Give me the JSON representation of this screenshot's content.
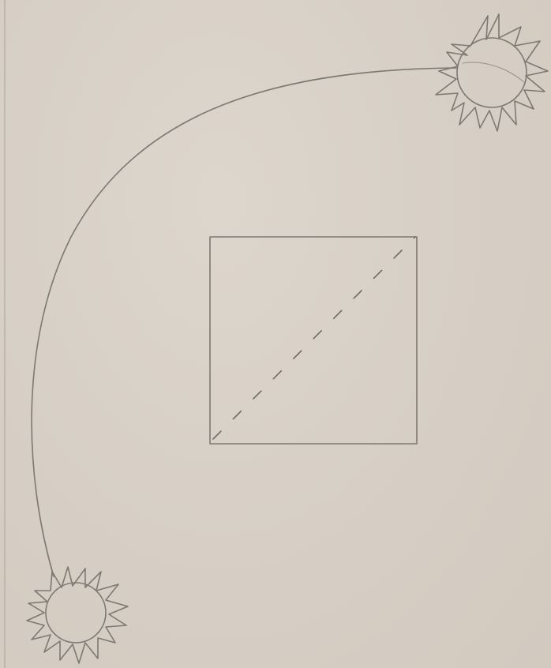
{
  "diagram": {
    "elements": [
      "margin-rule",
      "arc-path",
      "sun-top-right",
      "sun-bottom-left",
      "square-frame",
      "diagonal-dashed-line"
    ]
  },
  "colors": {
    "paper": "#d9d1c8",
    "pencil": "#7d7874"
  }
}
